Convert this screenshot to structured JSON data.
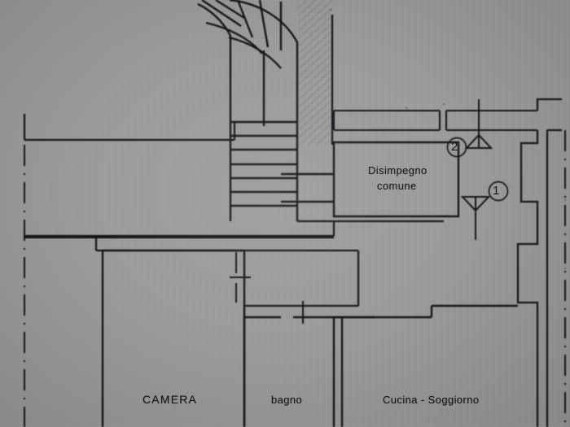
{
  "document": {
    "kind": "architectural-floor-plan",
    "language": "it",
    "medium": "photograph of printed plan",
    "background_color": "#9b9a99",
    "ink_color": "#17181c"
  },
  "rooms": [
    {
      "id": "disimpegno",
      "label_line1": "Disimpegno",
      "label_line2": "comune"
    },
    {
      "id": "camera",
      "label": "CAMERA"
    },
    {
      "id": "bagno",
      "label": "bagno"
    },
    {
      "id": "cucina",
      "label": "Cucina - Soggiorno"
    }
  ],
  "markers": [
    {
      "id": "marker-1",
      "number": "1",
      "symbol": "triangle-down",
      "note": "downward pointing triangle with vertical leader line below"
    },
    {
      "id": "marker-2",
      "number": "2",
      "symbol": "triangle-up",
      "note": "upward pointing triangle with vertical leader line above"
    }
  ],
  "features": {
    "staircase": {
      "id": "staircase",
      "winder_steps": 6,
      "straight_treads": 7
    },
    "section_lines": [
      {
        "id": "section-line-left",
        "style": "dash-dot",
        "orientation": "vertical"
      },
      {
        "id": "section-line-right",
        "style": "dash-dot",
        "orientation": "vertical"
      }
    ],
    "hatched_wall": {
      "id": "hatched-wall-band",
      "pattern": "diagonal-hatch"
    }
  }
}
